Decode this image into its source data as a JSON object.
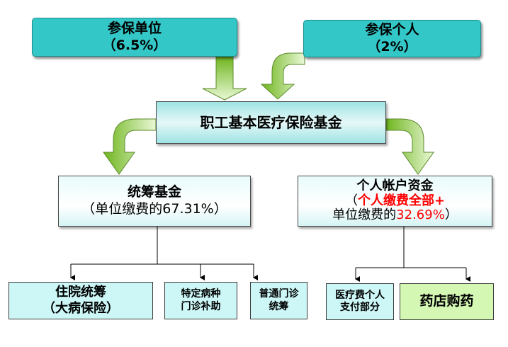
{
  "contributors": {
    "employer": {
      "name": "参保单位",
      "rate": "（6.5%）"
    },
    "individual": {
      "name": "参保个人",
      "rate": "（2%）"
    }
  },
  "fund": {
    "title": "职工基本医疗保险基金"
  },
  "pooled": {
    "title": "统筹基金",
    "detail": "（单位缴费的67.31%）"
  },
  "personal": {
    "title": "个人帐户资金",
    "detail_prefix": "（",
    "detail_red": "个人缴费全部+",
    "detail_line2": "单位缴费的",
    "detail_pct": "32.69%",
    "detail_suffix": "）"
  },
  "pooled_uses": [
    {
      "line1": "住院统筹",
      "line2": "（大病保险）"
    },
    {
      "line1": "特定病种",
      "line2": "门诊补助"
    },
    {
      "line1": "普通门诊",
      "line2": "统筹"
    }
  ],
  "personal_uses": [
    {
      "line1": "医疗费个人",
      "line2": "支付部分"
    },
    {
      "line1": "药店购药",
      "line2": ""
    }
  ],
  "colors": {
    "teal": "#33c7c7",
    "arrow_green": "#8fcf3a",
    "red_text": "#ff0000",
    "use_box_cyan": "#cdf7f7",
    "use_box_green": "#d4f7b4"
  }
}
